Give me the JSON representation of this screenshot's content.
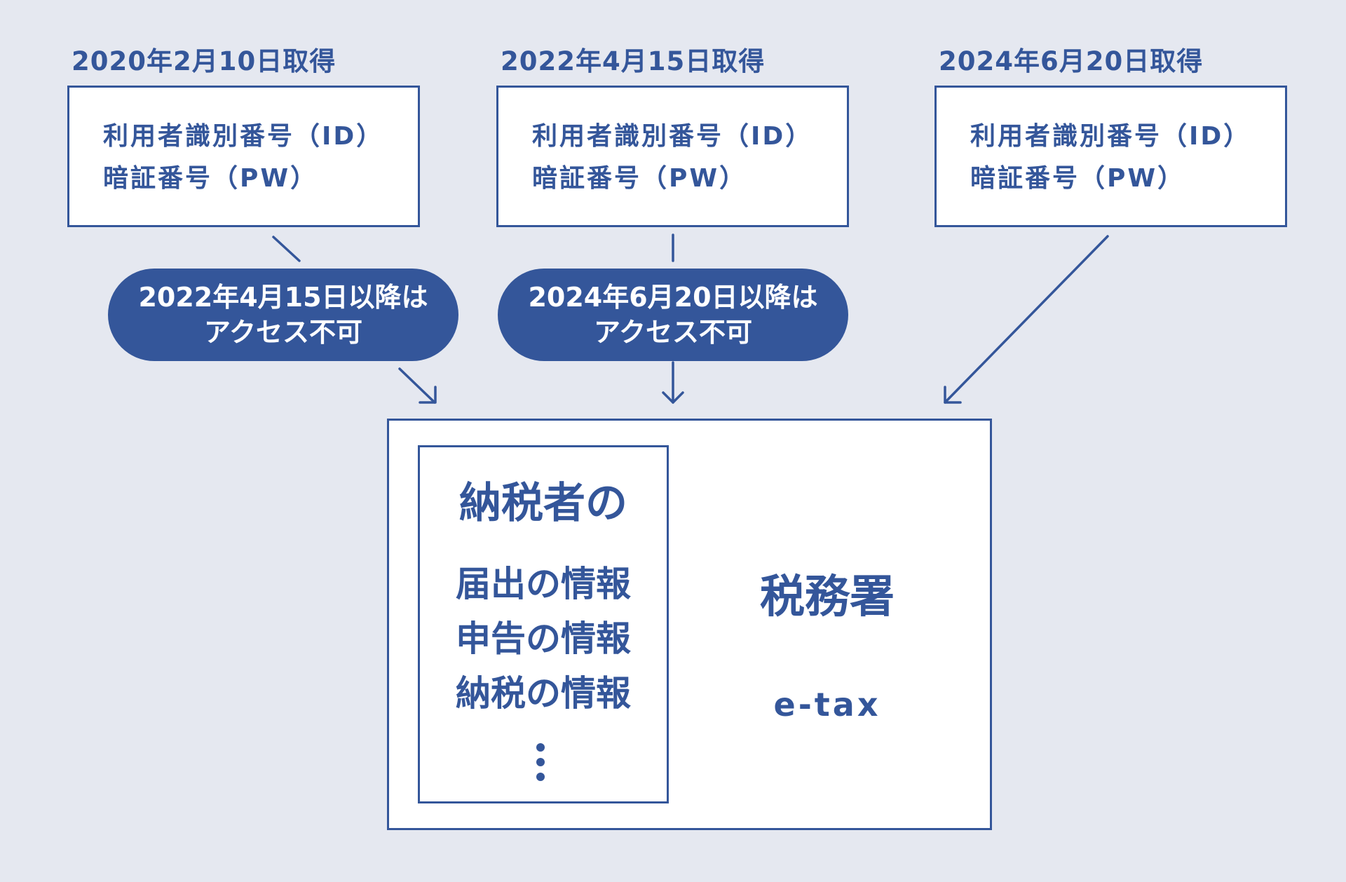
{
  "credentials": [
    {
      "date": "2020年2月10日取得",
      "id_label": "利用者識別番号（ID）",
      "pw_label": "暗証番号（PW）"
    },
    {
      "date": "2022年4月15日取得",
      "id_label": "利用者識別番号（ID）",
      "pw_label": "暗証番号（PW）"
    },
    {
      "date": "2024年6月20日取得",
      "id_label": "利用者識別番号（ID）",
      "pw_label": "暗証番号（PW）"
    }
  ],
  "restrictions": [
    {
      "line1": "2022年4月15日以降は",
      "line2": "アクセス不可"
    },
    {
      "line1": "2024年6月20日以降は",
      "line2": "アクセス不可"
    }
  ],
  "taxpayer_info": {
    "title": "納税者の",
    "items": [
      "届出の情報",
      "申告の情報",
      "納税の情報"
    ]
  },
  "tax_office": {
    "name": "税務署",
    "system": "e-tax"
  },
  "colors": {
    "accent": "#34569a",
    "background": "#e5e8f0",
    "box": "#ffffff"
  }
}
